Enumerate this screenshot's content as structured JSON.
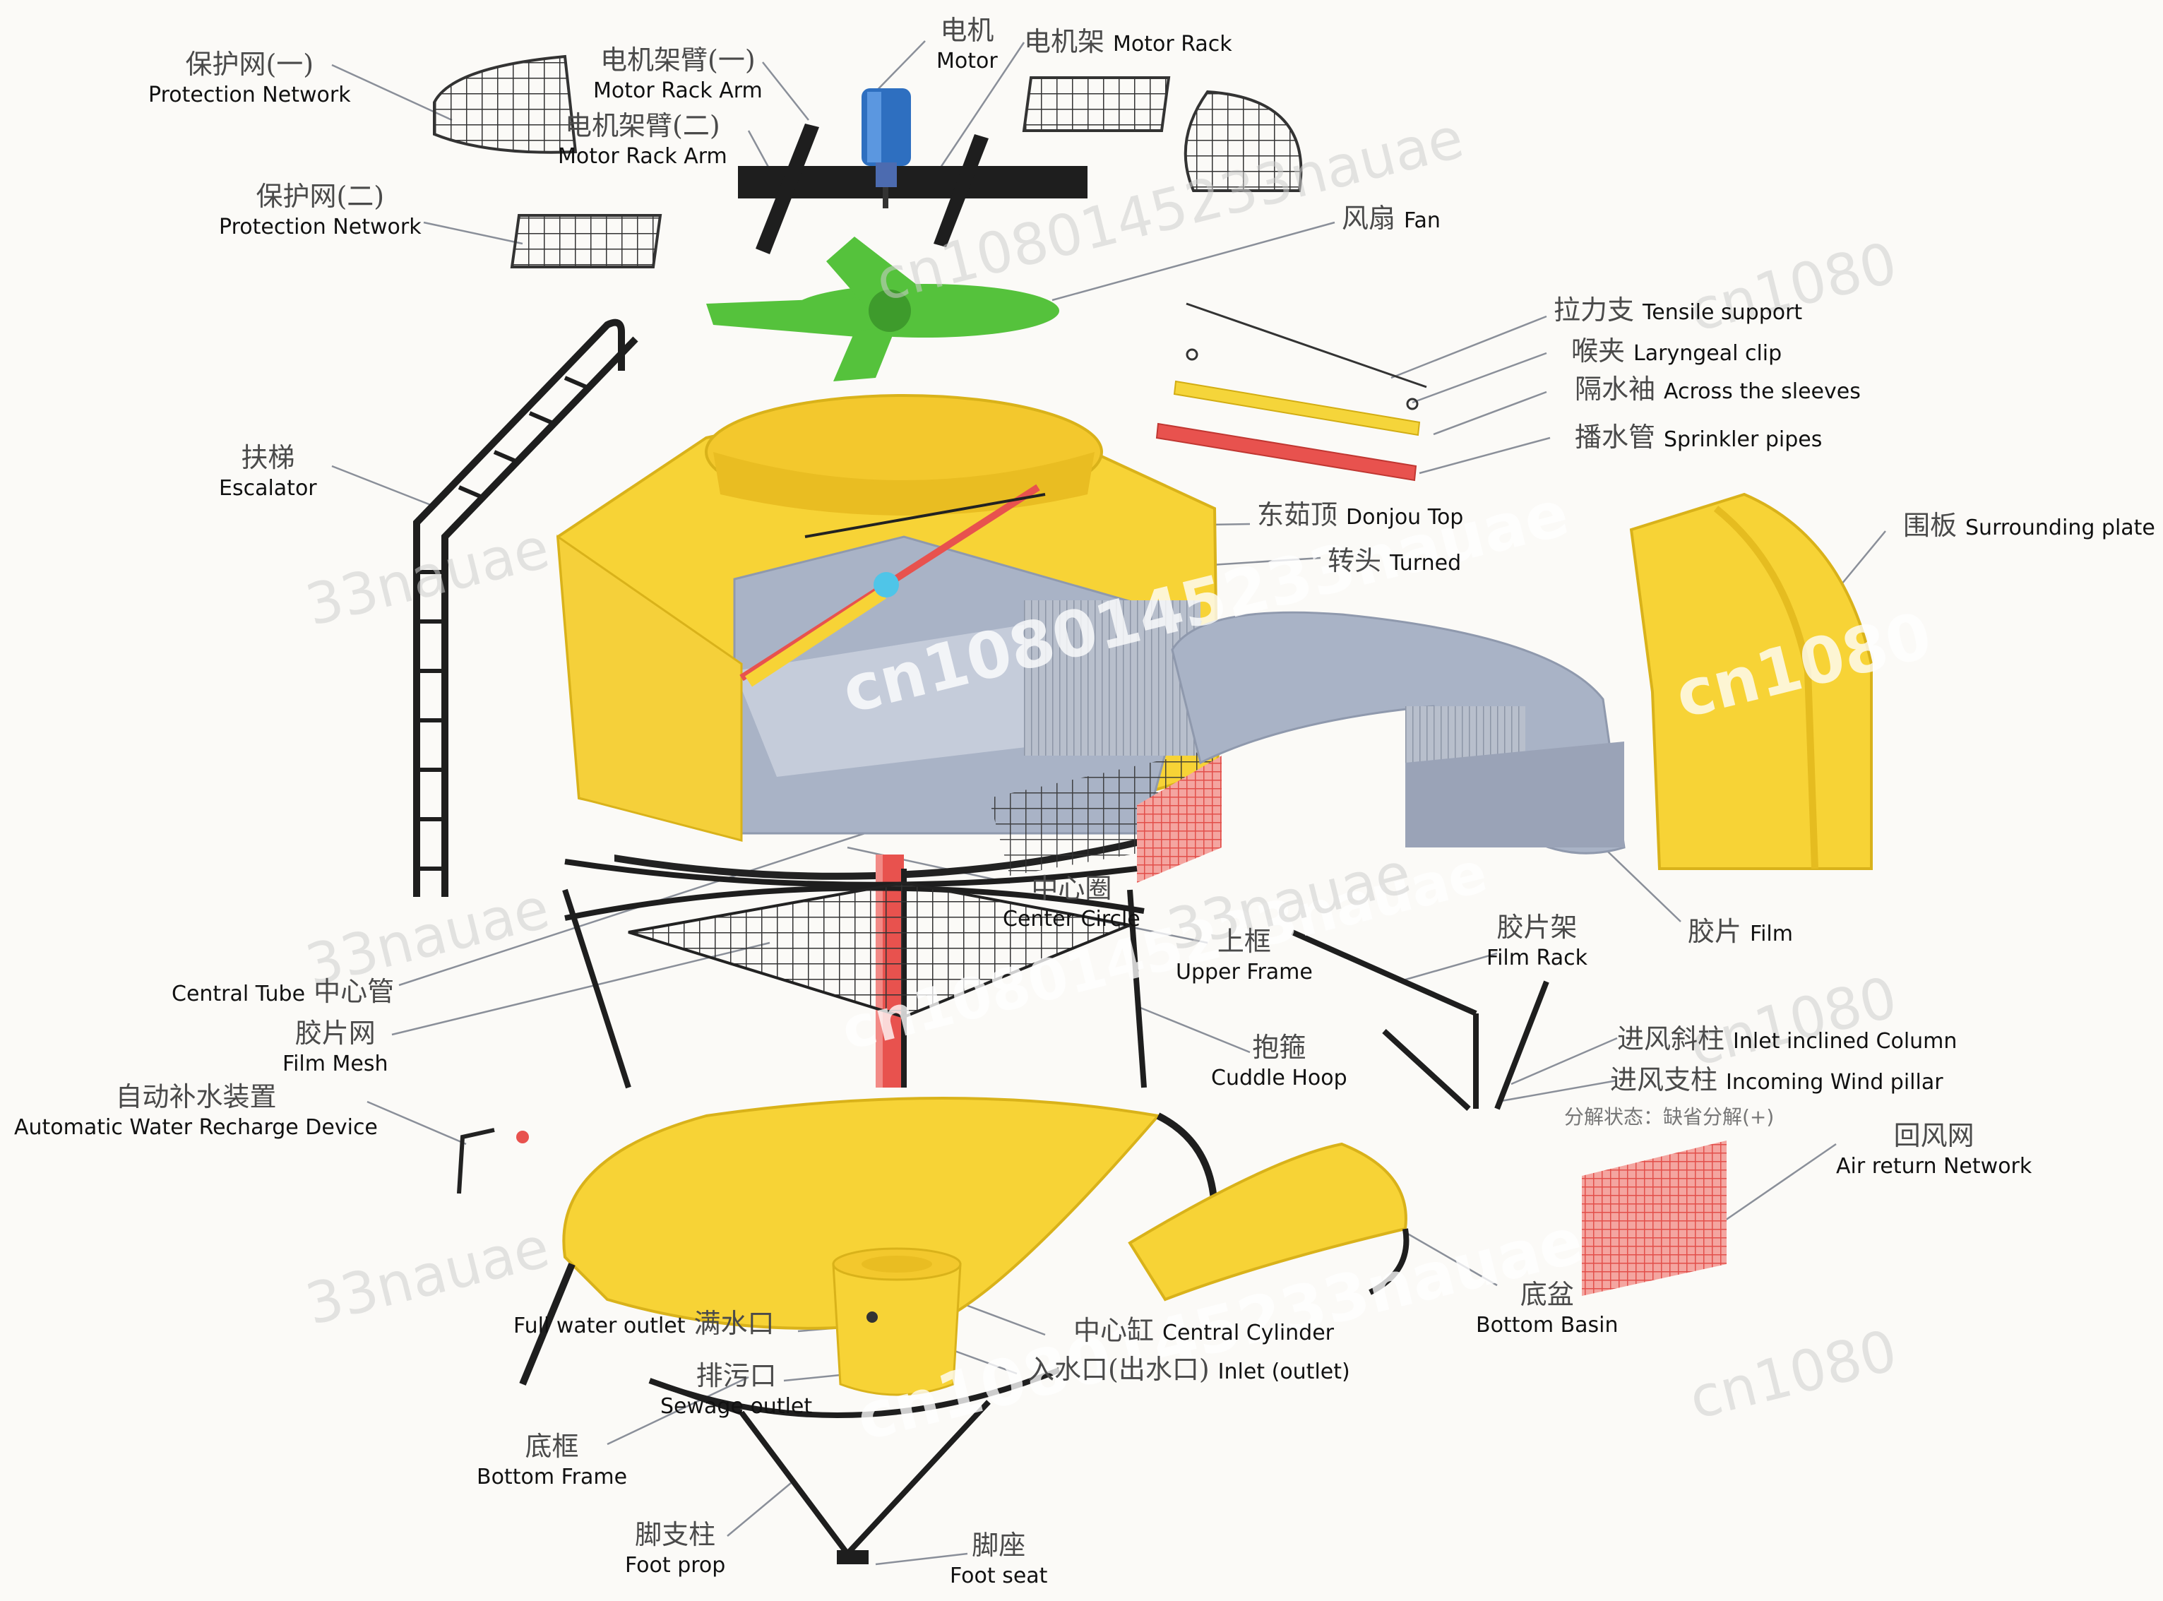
{
  "colors": {
    "yellow": "#f7d336",
    "yellow_dark": "#d9b21a",
    "blue_gray": "#a9b3c6",
    "green_fan": "#55c23c",
    "red": "#e8524e",
    "motor_blue": "#2e6fc0",
    "frame_black": "#222222"
  },
  "labels": {
    "protection_network_1": {
      "cn": "保护网(一)",
      "en": "Protection Network"
    },
    "protection_network_2": {
      "cn": "保护网(二)",
      "en": "Protection Network"
    },
    "motor_rack_arm_1": {
      "cn": "电机架臂(一)",
      "en": "Motor Rack Arm"
    },
    "motor_rack_arm_2": {
      "cn": "电机架臂(二)",
      "en": "Motor Rack Arm"
    },
    "motor": {
      "cn": "电机",
      "en": "Motor"
    },
    "motor_rack": {
      "cn": "电机架",
      "en": "Motor Rack"
    },
    "fan": {
      "cn": "风扇",
      "en": "Fan"
    },
    "tensile_support": {
      "cn": "拉力支",
      "en": "Tensile support"
    },
    "laryngeal_clip": {
      "cn": "喉夹",
      "en": "Laryngeal clip"
    },
    "across_sleeves": {
      "cn": "隔水袖",
      "en": "Across the sleeves"
    },
    "sprinkler_pipes": {
      "cn": "播水管",
      "en": "Sprinkler pipes"
    },
    "escalator": {
      "cn": "扶梯",
      "en": "Escalator"
    },
    "donjou_top": {
      "cn": "东茹顶",
      "en": "Donjou Top"
    },
    "turned": {
      "cn": "转头",
      "en": "Turned"
    },
    "surrounding_plate": {
      "cn": "围板",
      "en": "Surrounding plate"
    },
    "center_circle": {
      "cn": "中心圈",
      "en": "Center Circle"
    },
    "upper_frame": {
      "cn": "上框",
      "en": "Upper Frame"
    },
    "film_rack": {
      "cn": "胶片架",
      "en": "Film Rack"
    },
    "film": {
      "cn": "胶片",
      "en": "Film"
    },
    "central_tube": {
      "cn": "中心管",
      "en": "Central Tube"
    },
    "film_mesh": {
      "cn": "胶片网",
      "en": "Film Mesh"
    },
    "cuddle_hoop": {
      "cn": "抱箍",
      "en": "Cuddle Hoop"
    },
    "inlet_inclined_column": {
      "cn": "进风斜柱",
      "en": "Inlet inclined Column"
    },
    "incoming_wind_pillar": {
      "cn": "进风支柱",
      "en": "Incoming Wind pillar"
    },
    "decomposition_state": "分解状态：缺省分解(+)",
    "auto_water_recharge": {
      "cn": "自动补水装置",
      "en": "Automatic Water Recharge Device"
    },
    "air_return_network": {
      "cn": "回风网",
      "en": "Air return Network"
    },
    "full_water_outlet": {
      "cn": "满水口",
      "en": "Full water outlet"
    },
    "central_cylinder": {
      "cn": "中心缸",
      "en": "Central Cylinder"
    },
    "bottom_basin": {
      "cn": "底盆",
      "en": "Bottom Basin"
    },
    "sewage_outlet": {
      "cn": "排污口",
      "en": "Sewage outlet"
    },
    "inlet_outlet": {
      "cn": "入水口(出水口)",
      "en": "Inlet (outlet)"
    },
    "bottom_frame": {
      "cn": "底框",
      "en": "Bottom Frame"
    },
    "foot_prop": {
      "cn": "脚支柱",
      "en": "Foot prop"
    },
    "foot_seat": {
      "cn": "脚座",
      "en": "Foot seat"
    }
  },
  "watermarks": {
    "large": "cn1080145233nauae",
    "medium": "33nauae",
    "small": "cn1080"
  }
}
